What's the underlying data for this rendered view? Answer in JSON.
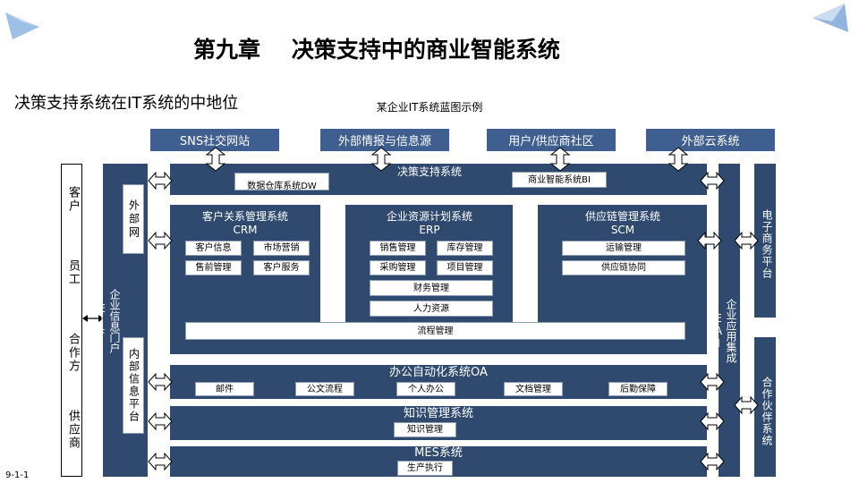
{
  "slide": {
    "chapter_title": "第九章    决策支持中的商业智能系统",
    "subtitle": "决策支持系统在IT系统的中地位",
    "footer_code": "9-1-1"
  },
  "diagram": {
    "caption": "某企业IT系统蓝图示例",
    "external": [
      "SNS社交网站",
      "外部情报与信息源",
      "用户/供应商社区",
      "外部云系统"
    ],
    "users_column": [
      "客户",
      "员工",
      "合作方",
      "供应商"
    ],
    "portal": "企业信息门户EIF",
    "extranet": "外部网",
    "intranet": "内部信息平台",
    "eai": "企业应用集成EAI",
    "ecommerce": "电子商务平台",
    "partner": "合作伙伴系统",
    "dss": {
      "title": "决策支持系统",
      "dw": "数据仓库系统DW",
      "bi": "商业智能系统BI"
    },
    "crm": {
      "title": "客户关系管理系统",
      "abbr": "CRM",
      "items": [
        "客户信息",
        "市场营销",
        "售前管理",
        "客户服务"
      ]
    },
    "erp": {
      "title": "企业资源计划系统",
      "abbr": "ERP",
      "items": [
        "销售管理",
        "库存管理",
        "采购管理",
        "项目管理",
        "财务管理",
        "人力资源"
      ]
    },
    "scm": {
      "title": "供应链管理系统",
      "abbr": "SCM",
      "items": [
        "运输管理",
        "供应链协同"
      ]
    },
    "workflow": "流程管理",
    "oa": {
      "title": "办公自动化系统OA",
      "items": [
        "邮件",
        "公文流程",
        "个人办公",
        "文档管理",
        "后勤保障"
      ]
    },
    "km": {
      "title": "知识管理系统",
      "items": [
        "知识管理"
      ]
    },
    "mes": {
      "title": "MES系统",
      "items": [
        "生产执行"
      ]
    }
  }
}
